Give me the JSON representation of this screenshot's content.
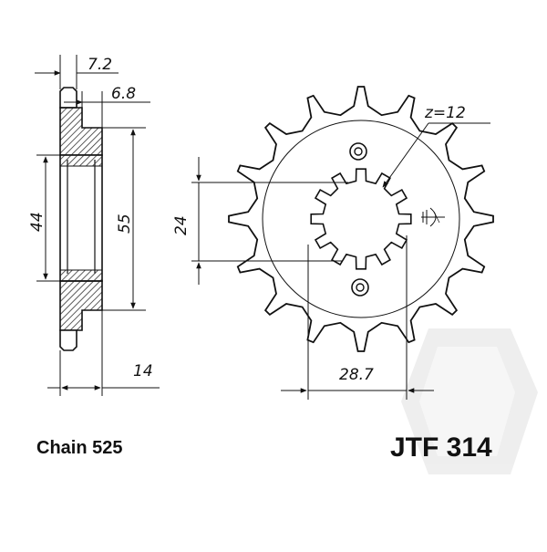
{
  "drawing": {
    "teeth_label": "z=12",
    "side_view": {
      "top_width": "7.2",
      "hub_step": "6.8",
      "inner_height": "44",
      "outer_height": "55",
      "total_width": "14"
    },
    "front_view": {
      "bolt_spacing": "24",
      "spline_width": "28.7"
    }
  },
  "footer": {
    "chain": "Chain 525",
    "model": "JTF 314"
  },
  "colors": {
    "ink": "#111111",
    "hatch": "#333333",
    "watermark": "#e6e6e6"
  }
}
